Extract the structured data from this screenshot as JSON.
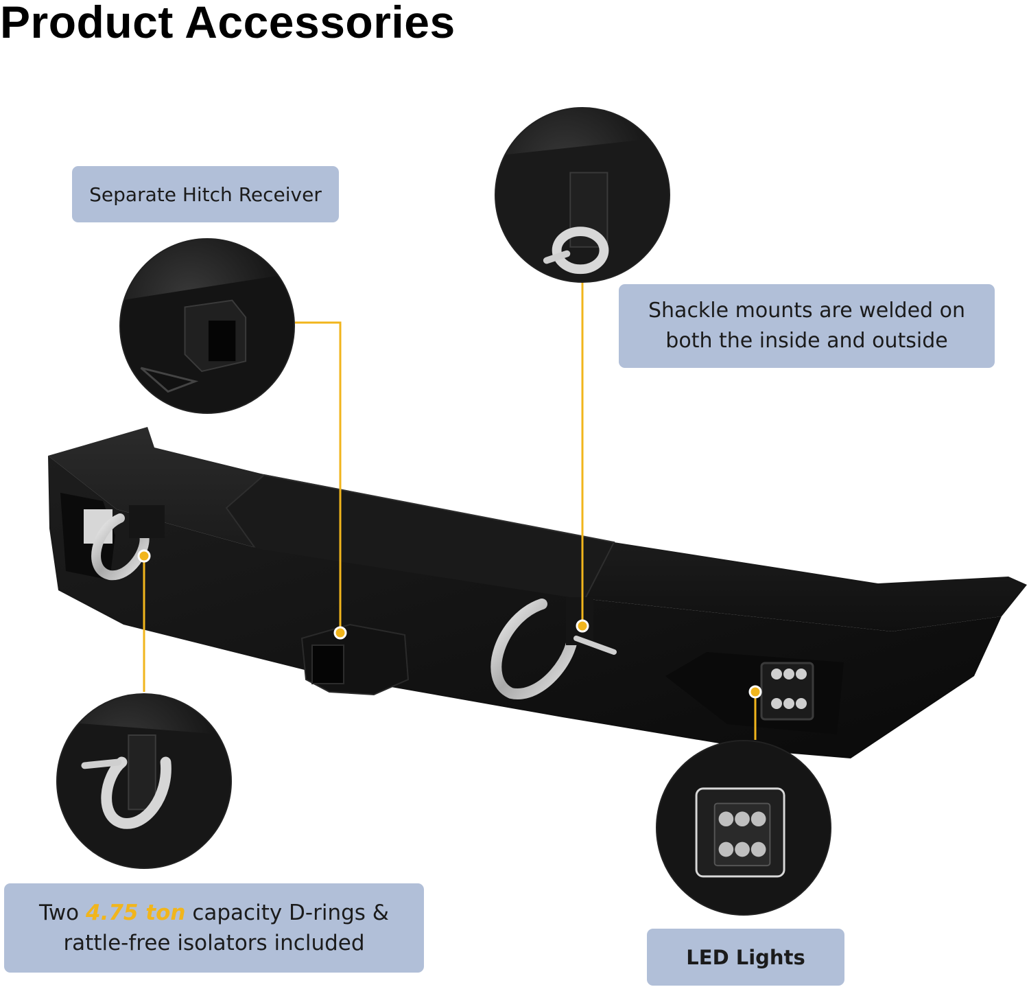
{
  "title": "Product Accessories",
  "callouts": {
    "hitch": "Separate Hitch Receiver",
    "shackle_line1": "Shackle mounts are welded on",
    "shackle_line2": "both the inside and outside",
    "drings_prefix": "Two ",
    "drings_highlight": "4.75 ton",
    "drings_suffix": " capacity D-rings &",
    "drings_line2": "rattle-free isolators included",
    "led": "LED Lights"
  },
  "colors": {
    "callout_bg": "#b1bfd8",
    "leader_line": "#f1b51c",
    "highlight": "#f1b51c",
    "bumper": "#141414"
  }
}
